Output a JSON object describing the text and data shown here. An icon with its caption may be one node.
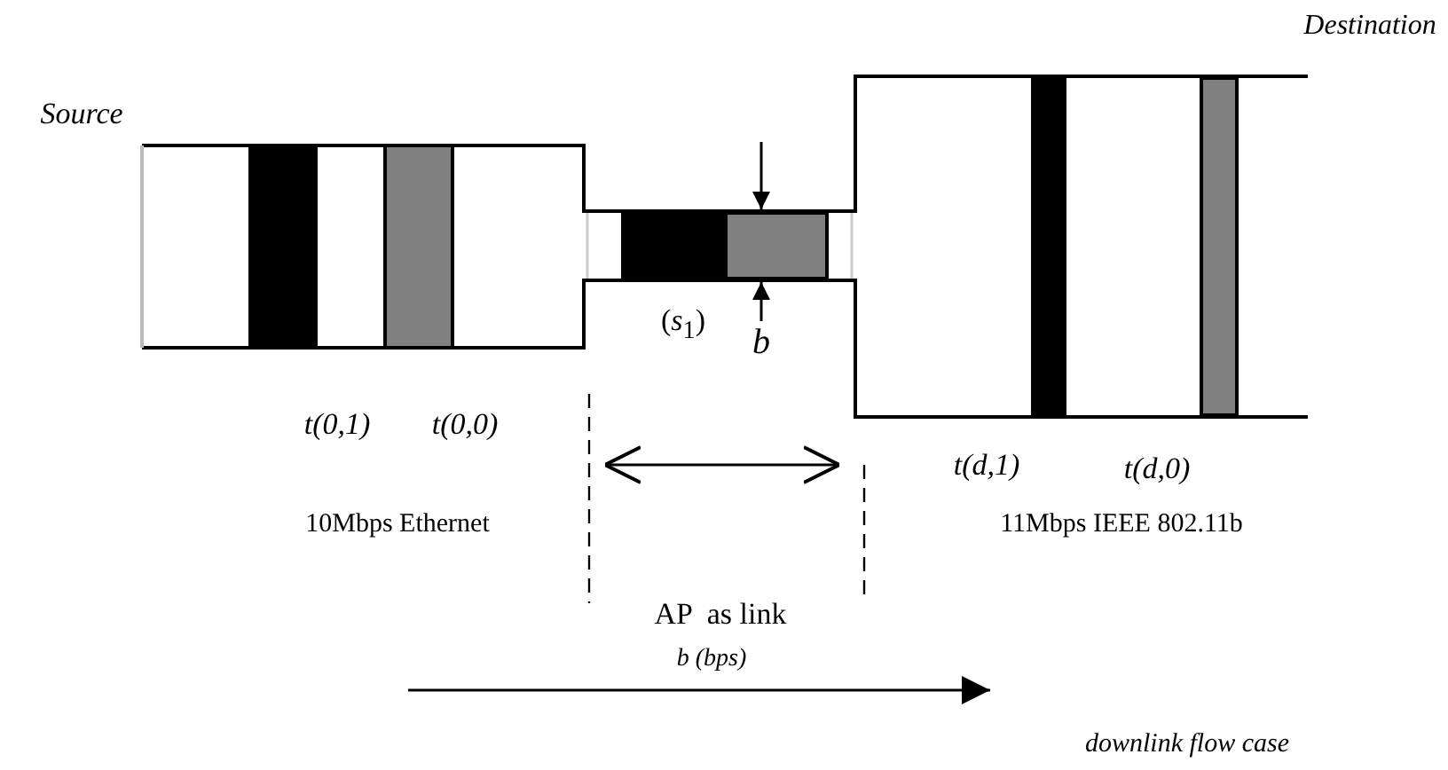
{
  "diagram": {
    "labels": [
      "Destination",
      "Source",
      "(*s*$_{1}$)",
      "b",
      "t(0,1)",
      "t(0,0)",
      "t(d,1)",
      "t(d,0)",
      "10Mbps Ethernet",
      "11Mbps IEEE 802.11b",
      "AP  as link",
      "b (bps)",
      "downlink flow case"
    ]
  }
}
